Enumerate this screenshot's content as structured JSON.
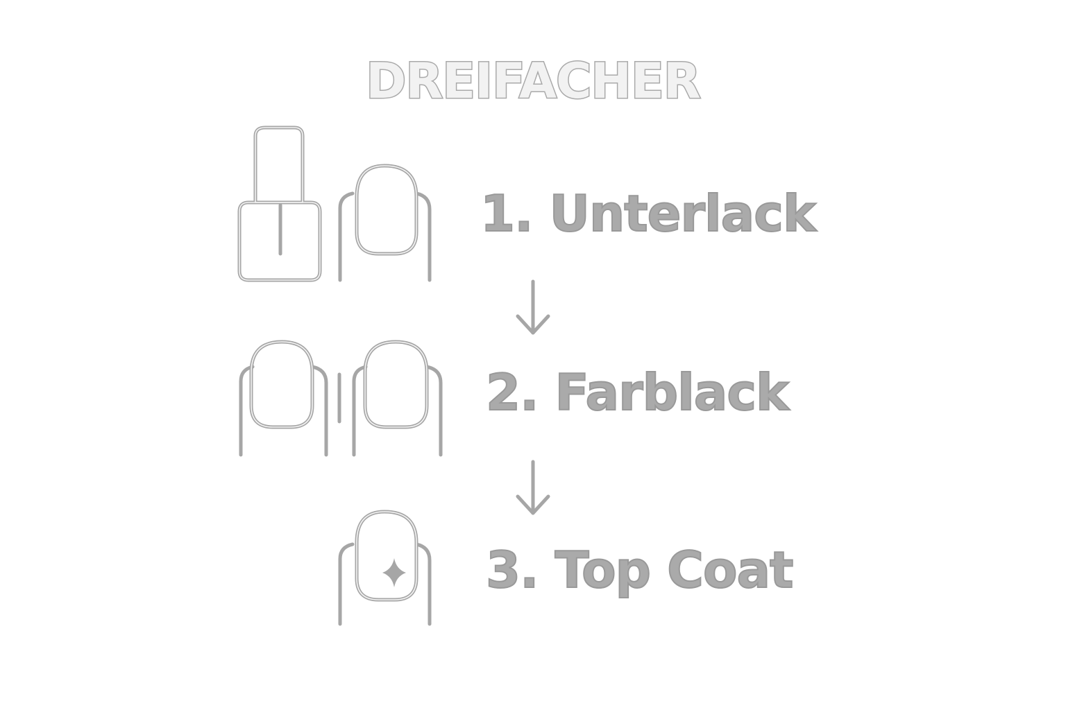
{
  "title": "DREIFACHER",
  "steps": [
    {
      "label": "1. Unterlack",
      "icons": [
        "nail-polish-bottle-icon",
        "fingernail-icon"
      ]
    },
    {
      "label": "2. Farblack",
      "icons": [
        "fingernail-icon",
        "fingernail-icon"
      ]
    },
    {
      "label": "3. Top Coat",
      "icons": [
        "fingernail-sparkle-icon"
      ]
    }
  ],
  "arrows": [
    "down-arrow-icon",
    "down-arrow-icon"
  ],
  "colors": {
    "line": "#a6a6a6",
    "text": "#aaaaaa",
    "background": "#ffffff"
  }
}
